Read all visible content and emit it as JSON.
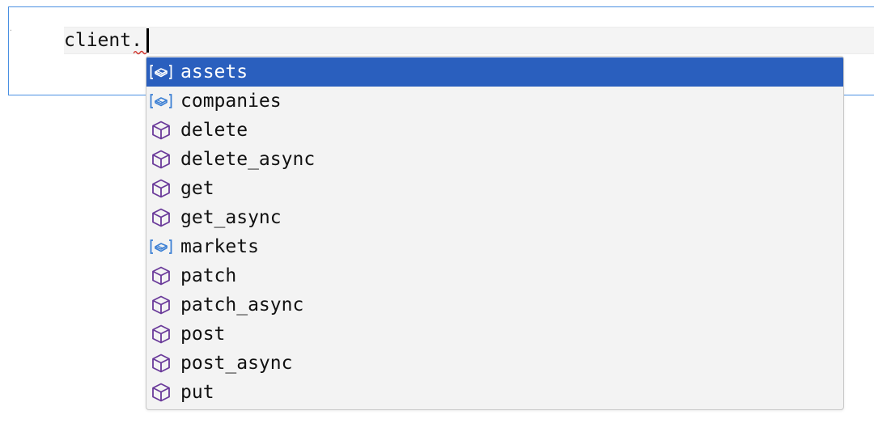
{
  "editor": {
    "code_text": "client.",
    "error_marker": "squiggle-underline"
  },
  "completion": {
    "items": [
      {
        "label": "assets",
        "kind": "field",
        "icon": "field-icon",
        "selected": true
      },
      {
        "label": "companies",
        "kind": "field",
        "icon": "field-icon",
        "selected": false
      },
      {
        "label": "delete",
        "kind": "method",
        "icon": "method-cube-icon",
        "selected": false
      },
      {
        "label": "delete_async",
        "kind": "method",
        "icon": "method-cube-icon",
        "selected": false
      },
      {
        "label": "get",
        "kind": "method",
        "icon": "method-cube-icon",
        "selected": false
      },
      {
        "label": "get_async",
        "kind": "method",
        "icon": "method-cube-icon",
        "selected": false
      },
      {
        "label": "markets",
        "kind": "field",
        "icon": "field-icon",
        "selected": false
      },
      {
        "label": "patch",
        "kind": "method",
        "icon": "method-cube-icon",
        "selected": false
      },
      {
        "label": "patch_async",
        "kind": "method",
        "icon": "method-cube-icon",
        "selected": false
      },
      {
        "label": "post",
        "kind": "method",
        "icon": "method-cube-icon",
        "selected": false
      },
      {
        "label": "post_async",
        "kind": "method",
        "icon": "method-cube-icon",
        "selected": false
      },
      {
        "label": "put",
        "kind": "method",
        "icon": "method-cube-icon",
        "selected": false
      }
    ]
  },
  "colors": {
    "selection": "#2a5fbe",
    "field_icon": "#3b7fd4",
    "method_icon": "#6a3a9a",
    "focus_border": "#4a90e2",
    "error": "#d0342c"
  }
}
